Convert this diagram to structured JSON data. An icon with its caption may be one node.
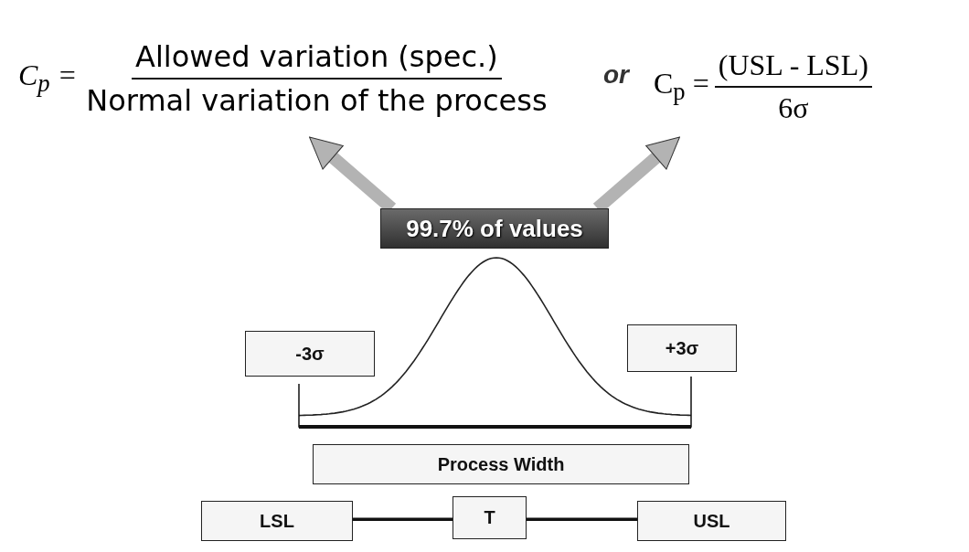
{
  "diagram": {
    "nodes": [
      {
        "text": [
          "C$_{p}$ =",
          "Allowed variation (spec.)",
          "Normal variation of the process"
        ]
      },
      {
        "text": [
          "C$_{p}$ =",
          "(USL - LSL)",
          "6σ"
        ]
      },
      {
        "text": [
          "99.7% of values"
        ]
      },
      {
        "text": [
          "-3σ"
        ]
      },
      {
        "text": [
          "+3σ"
        ]
      },
      {
        "text": [
          "Process Width"
        ]
      },
      {
        "text": [
          "LSL"
        ]
      },
      {
        "text": [
          "T"
        ]
      },
      {
        "text": [
          "USL"
        ]
      }
    ],
    "edges": [
      {
        "from": 2,
        "to": 0,
        "arrow": "to",
        "style": "thick",
        "color": "#b3b3b3"
      },
      {
        "from": 2,
        "to": 1,
        "arrow": "to",
        "style": "thick",
        "color": "#b3b3b3"
      },
      {
        "from": 6,
        "to": 7,
        "arrow": "none",
        "color": "#111111"
      },
      {
        "from": 7,
        "to": 8,
        "arrow": "none",
        "color": "#111111"
      }
    ],
    "labels": [
      "or"
    ]
  }
}
